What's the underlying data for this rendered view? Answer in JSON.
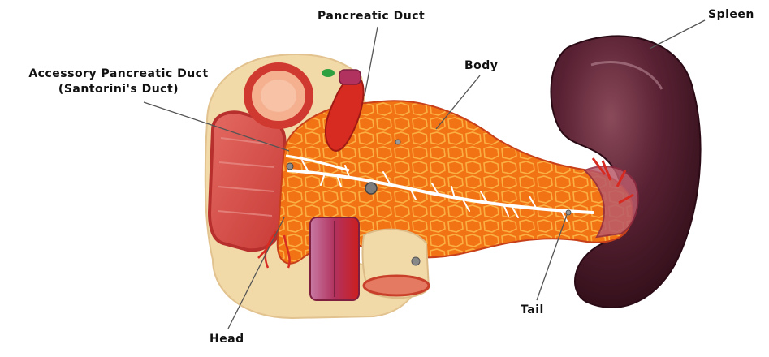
{
  "labels": {
    "pancreatic_duct": "Pancreatic Duct",
    "spleen": "Spleen",
    "body": "Body",
    "accessory_line1": "Accessory Pancreatic Duct",
    "accessory_line2": "(Santorini's Duct)",
    "head": "Head",
    "tail": "Tail"
  },
  "colors": {
    "pancreas_orange": "#f06a12",
    "duct_red": "#cc1f1f",
    "spleen_purple": "#4a1a28",
    "tissue_beige": "#f1d9a8",
    "duct_white": "#ffffff"
  }
}
